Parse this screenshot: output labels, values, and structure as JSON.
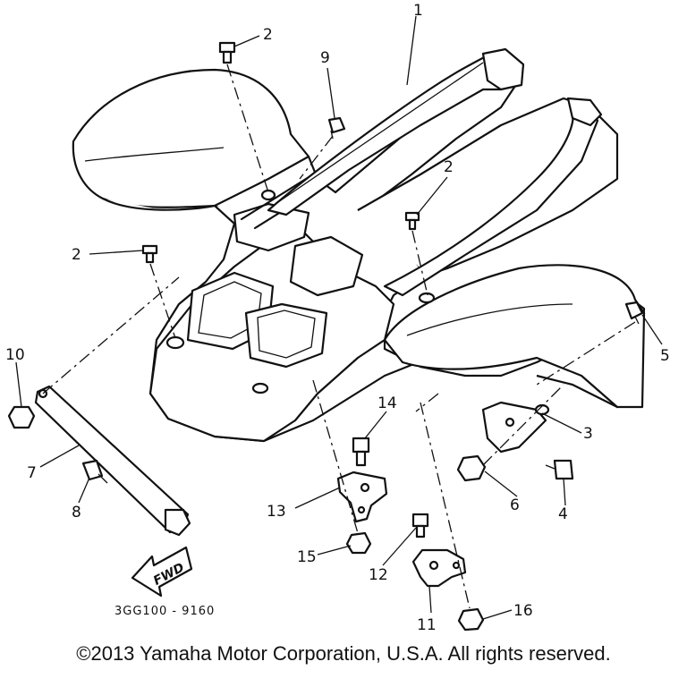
{
  "diagram": {
    "callouts": [
      "1",
      "2",
      "9",
      "2",
      "2",
      "10",
      "5",
      "3",
      "7",
      "14",
      "8",
      "13",
      "6",
      "4",
      "15",
      "12",
      "11",
      "16"
    ],
    "part_code": "3GG100 - 9160",
    "fwd_label": "FWD"
  },
  "footer": {
    "copyright": "©2013 Yamaha Motor Corporation, U.S.A. All rights reserved."
  }
}
